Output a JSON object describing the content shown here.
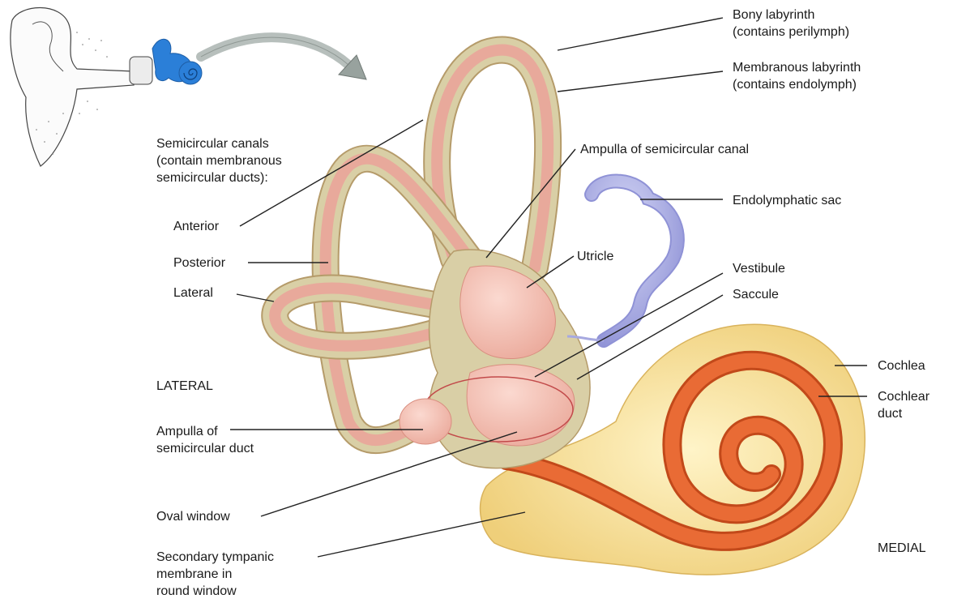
{
  "colors": {
    "bony_labyrinth": "#d9cfa6",
    "membranous_labyrinth": "#f2b8ac",
    "endolymphatic_sac": "#a7a9e0",
    "cochlea": "#f6df9a",
    "cochlear_duct": "#e96b35",
    "ear_inset_highlight": "#2b7fd8",
    "leader_line": "#222222"
  },
  "labels": {
    "bony_labyrinth": [
      "Bony labyrinth",
      "(contains perilymph)"
    ],
    "membranous_labyrinth": [
      "Membranous labyrinth",
      "(contains endolymph)"
    ],
    "semicircular_canals": [
      "Semicircular canals",
      "(contain membranous",
      "semicircular ducts):"
    ],
    "ampulla_canal": [
      "Ampulla of semicircular canal"
    ],
    "endolymphatic_sac": [
      "Endolymphatic sac"
    ],
    "anterior": [
      "Anterior"
    ],
    "posterior": [
      "Posterior"
    ],
    "lateral": [
      "Lateral"
    ],
    "utricle": [
      "Utricle"
    ],
    "vestibule": [
      "Vestibule"
    ],
    "saccule": [
      "Saccule"
    ],
    "lateral_orientation": [
      "LATERAL"
    ],
    "cochlea": [
      "Cochlea"
    ],
    "cochlear_duct": [
      "Cochlear",
      "duct"
    ],
    "ampulla_duct": [
      "Ampulla of",
      "semicircular duct"
    ],
    "oval_window": [
      "Oval window"
    ],
    "secondary_tympanic": [
      "Secondary tympanic",
      "membrane in",
      "round window"
    ],
    "medial_orientation": [
      "MEDIAL"
    ]
  }
}
